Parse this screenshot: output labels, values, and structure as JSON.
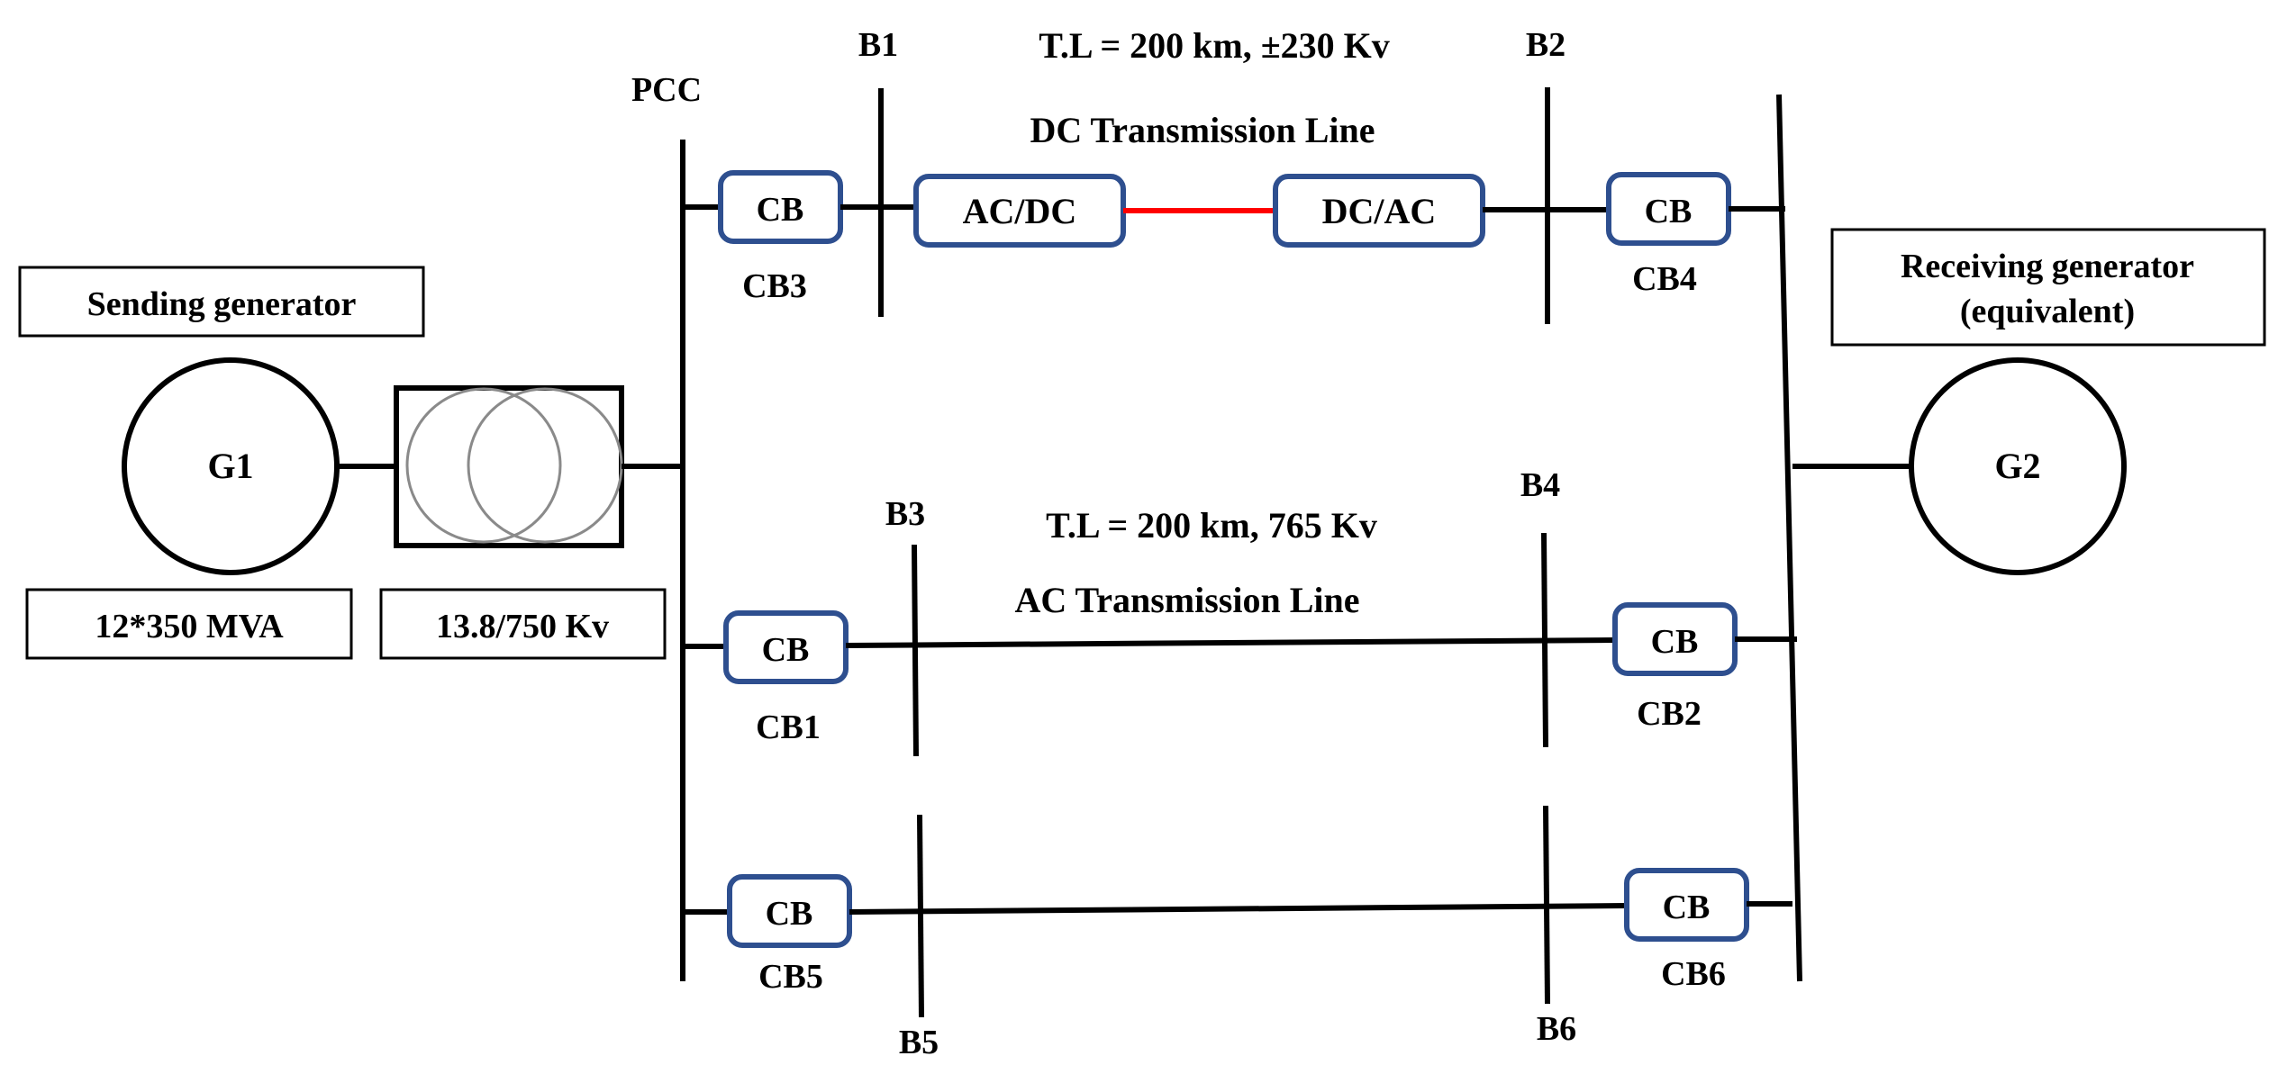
{
  "sending": {
    "title": "Sending generator",
    "gen": "G1",
    "rating": "12*350 MVA",
    "transformer": "13.8/750 Kv"
  },
  "receiving": {
    "title_line1": "Receiving generator",
    "title_line2": "(equivalent)",
    "gen": "G2"
  },
  "buses": {
    "pcc": "PCC",
    "b1": "B1",
    "b2": "B2",
    "b3": "B3",
    "b4": "B4",
    "b5": "B5",
    "b6": "B6"
  },
  "dc_line": {
    "spec": "T.L = 200 km, ±230 Kv",
    "name": "DC Transmission Line",
    "rectifier": "AC/DC",
    "inverter": "DC/AC",
    "color": "#ff0000"
  },
  "ac_line": {
    "spec": "T.L = 200 km, 765 Kv",
    "name": "AC Transmission Line"
  },
  "breakers": {
    "symbol": "CB",
    "cb1": "CB1",
    "cb2": "CB2",
    "cb3": "CB3",
    "cb4": "CB4",
    "cb5": "CB5",
    "cb6": "CB6",
    "color": "#2e4f8f"
  }
}
